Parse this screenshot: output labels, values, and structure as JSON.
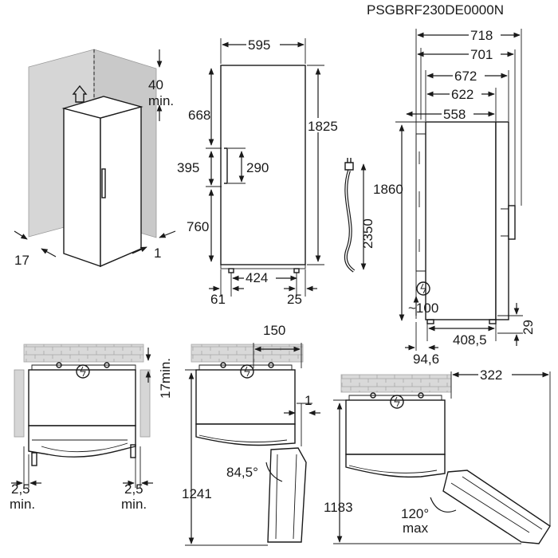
{
  "header": {
    "model_code": "PSGBRF230DE0000N"
  },
  "installation": {
    "top_clearance": "40",
    "top_clearance_unit": "min.",
    "left_clearance": "17",
    "right_clearance": "1"
  },
  "front_view": {
    "width": "595",
    "height": "1825",
    "upper_door_to_handle": "668",
    "handle_zone": "395",
    "handle_length": "290",
    "handle_to_floor": "760",
    "feet_spacing": "424",
    "left_foot_offset": "61",
    "right_foot_offset": "25"
  },
  "cable": {
    "length": "2350"
  },
  "side_view": {
    "depth_total": "718",
    "depth_with_handle": "701",
    "depth_door_front": "672",
    "depth_cabinet": "622",
    "depth_body": "558",
    "height_total": "1860",
    "socket_height": "~100",
    "vent_height": "29",
    "rear_offset": "94,6",
    "foot_depth": "408,5"
  },
  "plan_views": {
    "wall_gap": "17min.",
    "side_gap_left": "2,5",
    "side_gap_left_unit": "min.",
    "side_gap_right": "2,5",
    "side_gap_right_unit": "min.",
    "hinge_offset": "150",
    "door_side_gap": "1",
    "door_angle_small": "84,5°",
    "swing_depth_small": "1241",
    "door_offset_large": "322",
    "door_angle_large": "120°",
    "door_angle_large_unit": "max",
    "swing_depth_large": "1183"
  }
}
